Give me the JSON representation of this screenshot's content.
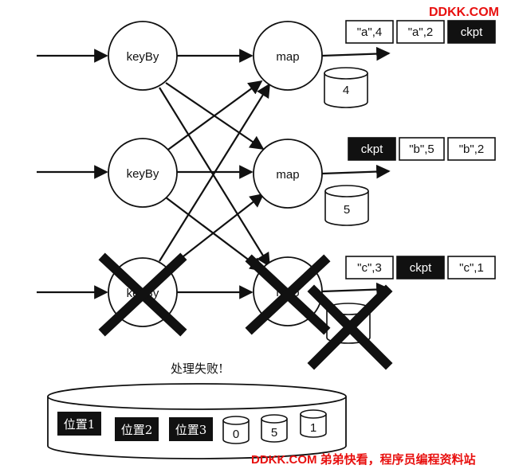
{
  "watermark_top": "DDKK.COM",
  "watermark_bottom": "DDKK.COM 弟弟快看，程序员编程资料站",
  "operators": {
    "keyby_1": "keyBy",
    "keyby_2": "keyBy",
    "keyby_3": "keyBy",
    "map_1": "map",
    "map_2": "map",
    "map_3": "map"
  },
  "states": {
    "state_1": "4",
    "state_2": "5"
  },
  "outputs": {
    "row1": [
      "\"a\",4",
      "\"a\",2",
      "ckpt"
    ],
    "row2": [
      "ckpt",
      "\"b\",5",
      "\"b\",2"
    ],
    "row3": [
      "\"c\",3",
      "ckpt",
      "\"c\",1"
    ]
  },
  "failure_text": "处理失败!",
  "storage": {
    "positions": [
      "位置1",
      "位置2",
      "位置3"
    ],
    "values": [
      "0",
      "5",
      "1"
    ]
  },
  "colors": {
    "ink": "#111111",
    "checkpoint_fill": "#111111",
    "watermark": "#e8100f"
  }
}
